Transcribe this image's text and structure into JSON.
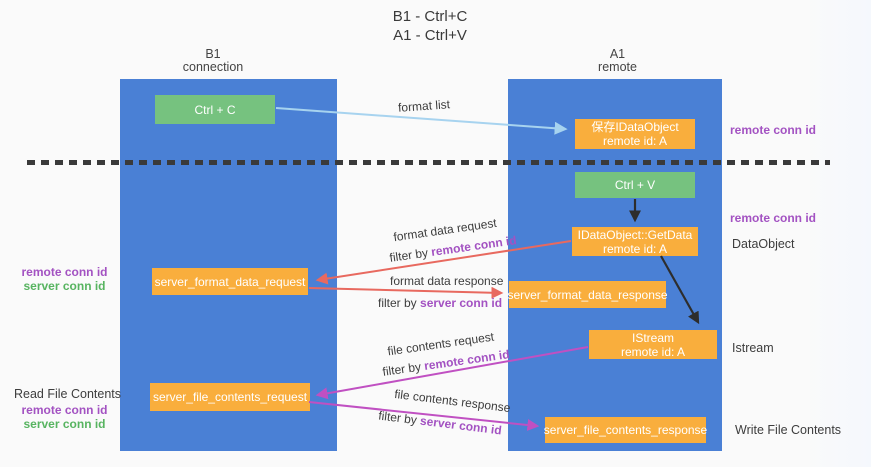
{
  "title": {
    "line1": "B1 - Ctrl+C",
    "line2": "A1 - Ctrl+V"
  },
  "columns": {
    "left": {
      "name": "B1",
      "subtitle": "connection"
    },
    "right": {
      "name": "A1",
      "subtitle": "remote"
    }
  },
  "boxes": {
    "ctrl_c": {
      "label": "Ctrl + C"
    },
    "save_idataobject": {
      "line1": "保存IDataObject",
      "line2": "remote id: A"
    },
    "ctrl_v": {
      "label": "Ctrl + V"
    },
    "getdata": {
      "line1": "IDataObject::GetData",
      "line2": "remote id: A"
    },
    "format_request": {
      "label": "server_format_data_request"
    },
    "format_response": {
      "label": "server_format_data_response"
    },
    "istream": {
      "line1": "IStream",
      "line2": "remote id: A"
    },
    "file_request": {
      "label": "server_file_contents_request"
    },
    "file_response": {
      "label": "server_file_contents_response"
    }
  },
  "arrow_labels": {
    "format_list": "format list",
    "format_data_request": "format data request",
    "format_data_request_filter_prefix": "filter by ",
    "format_data_request_filter_key": "remote conn id",
    "format_data_response": "format data response",
    "format_data_response_filter_prefix": "filter by ",
    "format_data_response_filter_key": "server conn id",
    "file_contents_request": "file contents request",
    "file_contents_request_filter_prefix": "filter by ",
    "file_contents_request_filter_key": "remote conn id",
    "file_contents_response": "file contents response",
    "file_contents_response_filter_prefix": "filter by ",
    "file_contents_response_filter_key": "server conn id"
  },
  "side_labels": {
    "right_top_remote_conn_id": "remote conn id",
    "right_mid_remote_conn_id": "remote conn id",
    "dataobject": "DataObject",
    "istream": "Istream",
    "write_file_contents": "Write File Contents",
    "left_remote_conn_id_1": "remote conn id",
    "left_server_conn_id_1": "server conn id",
    "read_file_contents": "Read File Contents",
    "left_remote_conn_id_2": "remote conn id",
    "left_server_conn_id_2": "server conn id"
  },
  "colors": {
    "lifeline_blue": "#4a80d5",
    "action_green": "#76c27f",
    "message_orange": "#f9ae3d",
    "arrow_light_blue": "#a7d3ef",
    "arrow_red": "#e8695f",
    "arrow_magenta": "#c050c2",
    "arrow_black": "#2d2d2d",
    "conn_id_purple": "#a352c2",
    "conn_id_green": "#57b460"
  }
}
